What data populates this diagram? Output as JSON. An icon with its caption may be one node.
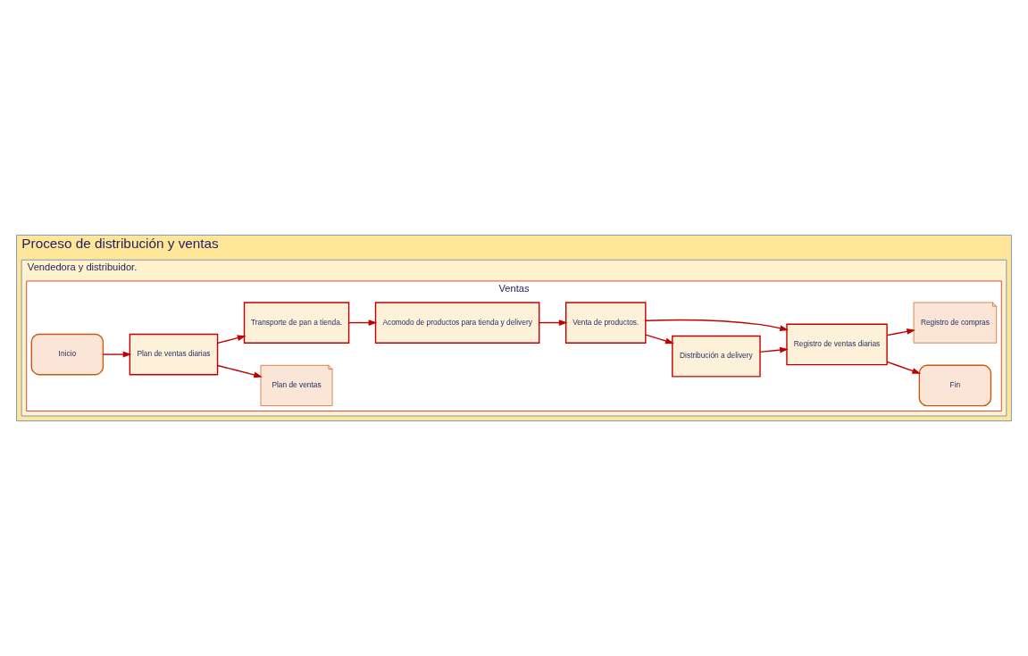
{
  "diagram": {
    "nodes": [
      {
        "text": [
          "Proceso de distribución y ventas"
        ]
      },
      {
        "text": [
          "Vendedora y distribuidor."
        ],
        "in": 0
      },
      {
        "text": [
          "Ventas"
        ],
        "in": 1
      },
      {
        "text": [
          "Inicio"
        ],
        "in": 2
      },
      {
        "text": [
          "Plan de ventas diarias"
        ],
        "in": 2
      },
      {
        "text": [
          "Plan de ventas"
        ],
        "in": 2
      },
      {
        "text": [
          "Transporte de pan a tienda."
        ],
        "in": 2
      },
      {
        "text": [
          "Distribución a delivery"
        ],
        "in": 2
      },
      {
        "text": [
          "Acomodo de productos para tienda y delivery"
        ],
        "in": 2
      },
      {
        "text": [
          "Venta de productos."
        ],
        "in": 2
      },
      {
        "text": [
          "Registro de ventas diarias"
        ],
        "in": 2
      },
      {
        "text": [
          "Fin"
        ],
        "in": 2
      },
      {
        "text": [
          "Registro de compras"
        ],
        "in": 2
      }
    ],
    "edges": [
      {
        "from": 3,
        "to": 4,
        "arrow": "to"
      },
      {
        "from": 4,
        "to": 5,
        "arrow": "to"
      },
      {
        "from": 4,
        "to": 6,
        "arrow": "to"
      },
      {
        "from": 6,
        "to": 8,
        "arrow": "to"
      },
      {
        "from": 8,
        "to": 9,
        "arrow": "to"
      },
      {
        "from": 9,
        "to": 7,
        "arrow": "to"
      },
      {
        "from": 7,
        "to": 10,
        "arrow": "to"
      },
      {
        "from": 9,
        "to": 10,
        "arrow": "to"
      },
      {
        "from": 10,
        "to": 11,
        "arrow": "to"
      },
      {
        "from": 10,
        "to": 12,
        "arrow": "to"
      }
    ]
  }
}
